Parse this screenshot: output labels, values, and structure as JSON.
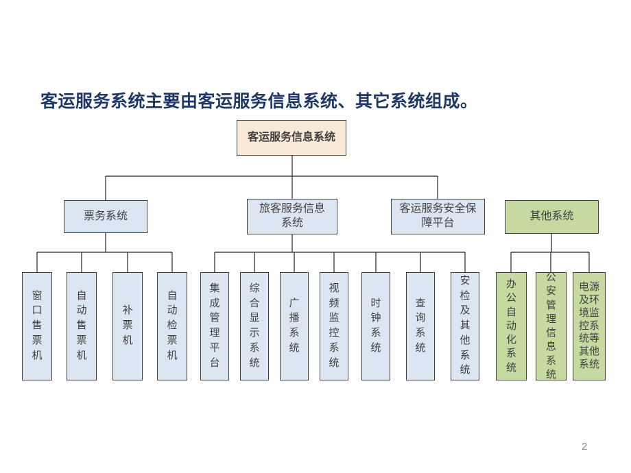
{
  "slide": {
    "title": "客运服务系统主要由客运服务信息系统、其它系统组成。",
    "page_number": "2"
  },
  "colors": {
    "title_text": "#1F3864",
    "root_fill": "#FAE9D6",
    "blue_fill": "#DCE6F2",
    "green_fill": "#C6D9A0",
    "box_border": "#404040",
    "connector": "#404040",
    "box_text": "#404040",
    "page_number_text": "#8A8A8A",
    "background": "#FFFFFF"
  },
  "chart": {
    "root": {
      "label": "客运服务信息系统"
    },
    "level1": {
      "ticketing": {
        "label": "票务系统"
      },
      "passenger_info": {
        "label": "旅客服务信息\n系统"
      },
      "safety_platform": {
        "label": "客运服务安全保\n障平台"
      },
      "other_systems": {
        "label": "其他系统"
      }
    },
    "ticketing_children": [
      "窗口售票机",
      "自动售票机",
      "补票机",
      "自动检票机"
    ],
    "passenger_children": [
      "集成管理平台",
      "综合显示系统",
      "广播系统",
      "视频监控系统",
      "时钟系统",
      "查询系统",
      "安检及其他系统"
    ],
    "other_children": [
      "办公自动化系统",
      "公安管理信息系统",
      "电源及环境监控系统等其他系统"
    ]
  }
}
